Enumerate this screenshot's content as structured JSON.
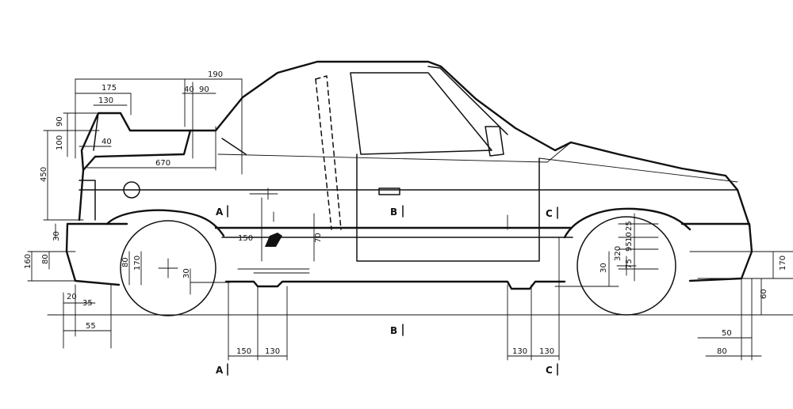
{
  "dimensions": {
    "d190_top": "190",
    "d175": "175",
    "d130_top": "130",
    "d40_top": "40",
    "d90_top": "90",
    "d90_left": "90",
    "d100": "100",
    "d40_mid": "40",
    "d670": "670",
    "d450": "450",
    "d30_left": "30",
    "d160": "160",
    "d80_left": "80",
    "d80_wheel": "80",
    "d170_wheel": "170",
    "d30_wheel": "30",
    "d20": "20",
    "d35": "35",
    "d55": "55",
    "d150_mid": "150",
    "d70": "70",
    "d150_bottom": "150",
    "d130_bottom": "130",
    "d130_c_left": "130",
    "d130_c_right": "130",
    "d25": "25",
    "d10": "10",
    "d95": "95",
    "d320": "320",
    "d75": "75",
    "d30_rear": "30",
    "d170_right": "170",
    "d60": "60",
    "d50": "50",
    "d80_right": "80"
  },
  "sections": {
    "a_top": "A",
    "b_top": "B",
    "c_top": "C",
    "a_bottom": "A",
    "b_bottom": "B",
    "c_bottom": "C"
  }
}
